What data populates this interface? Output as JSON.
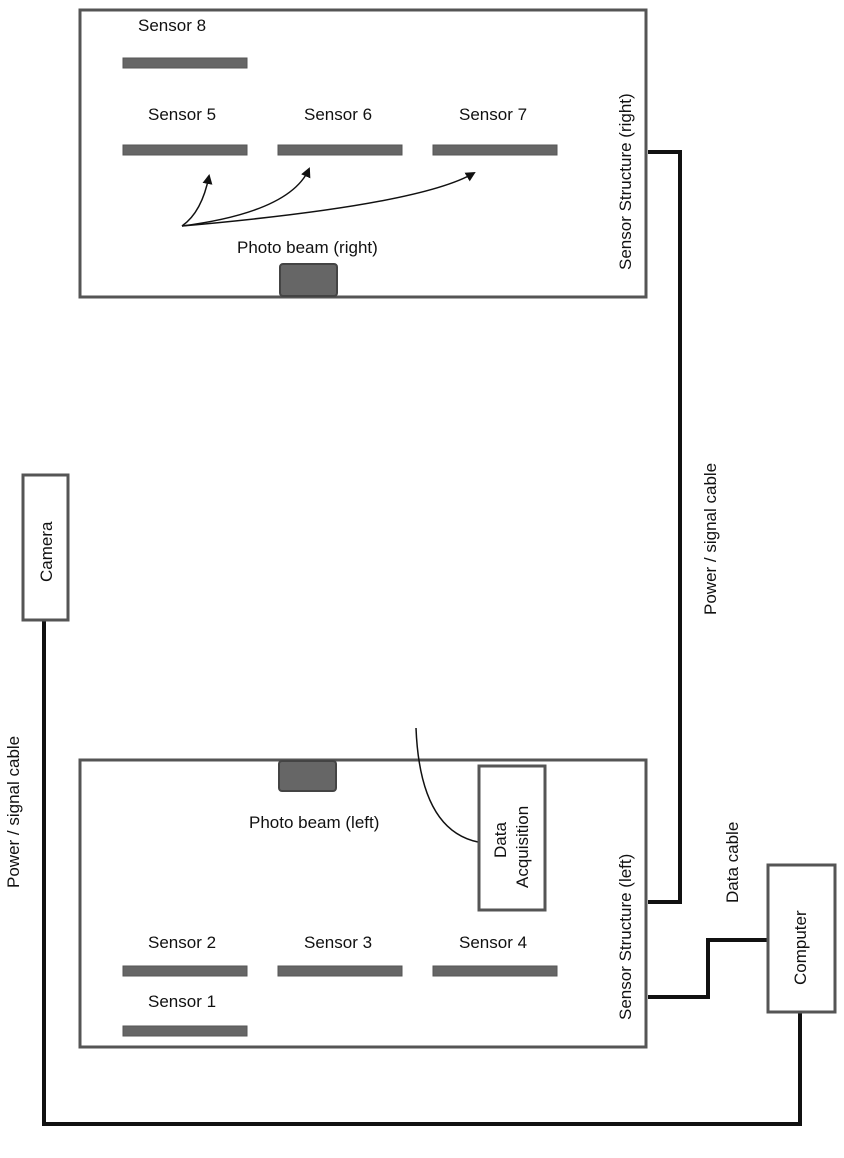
{
  "colors": {
    "sensor_fill": "#666666",
    "box_stroke": "#555555",
    "cable": "#111111",
    "background": "#ffffff"
  },
  "structure_right": {
    "label": "Sensor Structure (right)",
    "photo_beam": "Photo beam (right)",
    "sensors": [
      "Sensor 8",
      "Sensor 5",
      "Sensor 6",
      "Sensor 7"
    ]
  },
  "structure_left": {
    "label": "Sensor Structure (left)",
    "photo_beam": "Photo beam (left)",
    "data_acquisition": [
      "Data",
      "Acquisition"
    ],
    "sensors": [
      "Sensor 2",
      "Sensor 3",
      "Sensor 4",
      "Sensor 1"
    ]
  },
  "camera": {
    "label": "Camera"
  },
  "computer": {
    "label": "Computer"
  },
  "cables": {
    "power_signal_right": "Power / signal cable",
    "power_signal_left": "Power / signal cable",
    "data": "Data cable"
  }
}
